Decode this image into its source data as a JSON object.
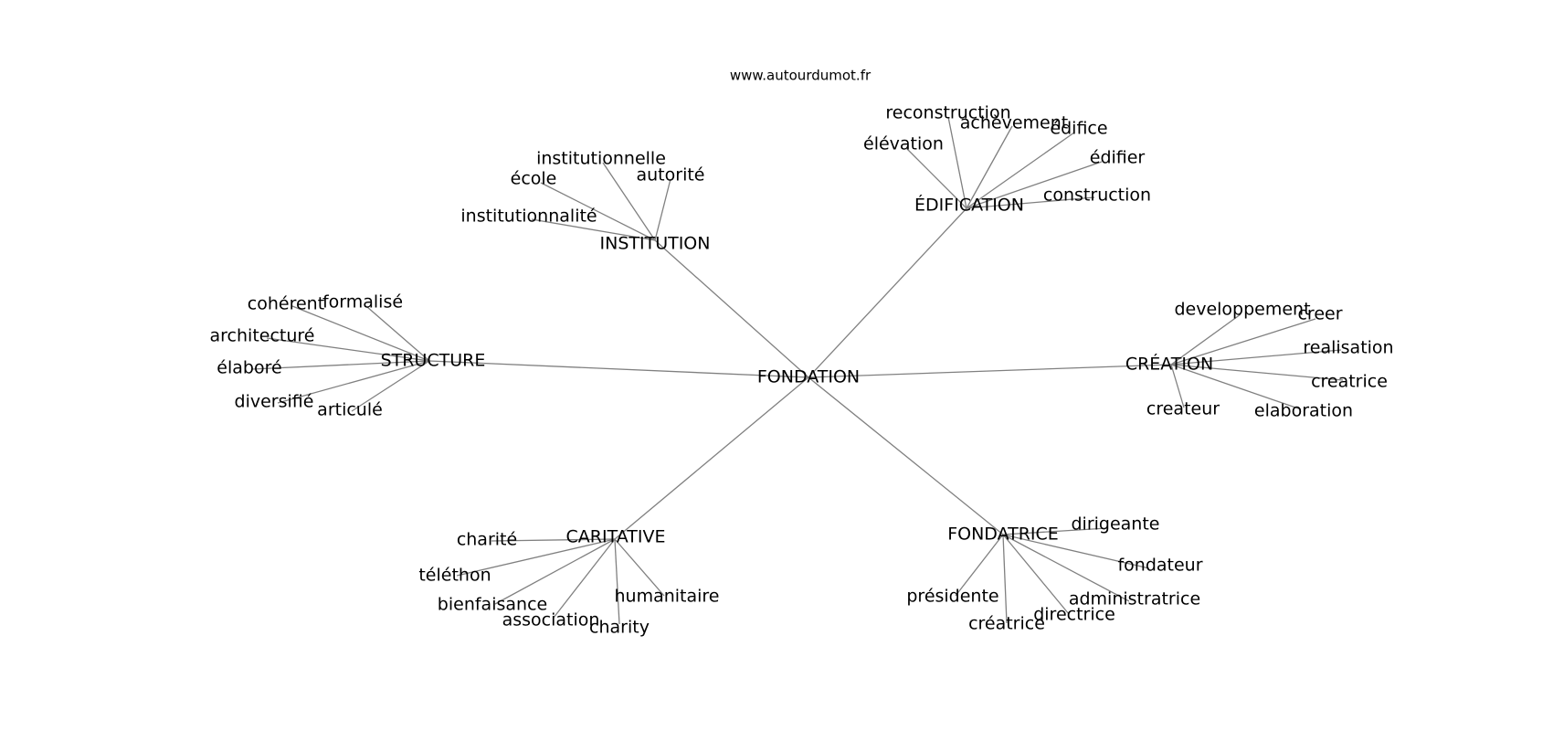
{
  "source_label": "www.autourdumot.fr",
  "colors": {
    "edge": "#808080",
    "text": "#000000",
    "background": "#ffffff"
  },
  "root": {
    "label": "FONDATION"
  },
  "clusters": [
    {
      "id": "institution",
      "label": "INSTITUTION",
      "words": [
        "institutionnelle",
        "autorité",
        "école",
        "institutionnalité"
      ]
    },
    {
      "id": "edification",
      "label": "ÉDIFICATION",
      "words": [
        "reconstruction",
        "achèvement",
        "édifice",
        "élévation",
        "édifier",
        "construction"
      ]
    },
    {
      "id": "structure",
      "label": "STRUCTURE",
      "words": [
        "cohérent",
        "formalisé",
        "architecturé",
        "élaboré",
        "diversifié",
        "articulé"
      ]
    },
    {
      "id": "creation",
      "label": "CRÉATION",
      "words": [
        "developpement",
        "creer",
        "realisation",
        "creatrice",
        "createur",
        "elaboration"
      ]
    },
    {
      "id": "caritative",
      "label": "CARITATIVE",
      "words": [
        "charité",
        "téléthon",
        "bienfaisance",
        "association",
        "charity",
        "humanitaire"
      ]
    },
    {
      "id": "fondatrice",
      "label": "FONDATRICE",
      "words": [
        "dirigeante",
        "fondateur",
        "administratrice",
        "directrice",
        "créatrice",
        "présidente"
      ]
    }
  ]
}
